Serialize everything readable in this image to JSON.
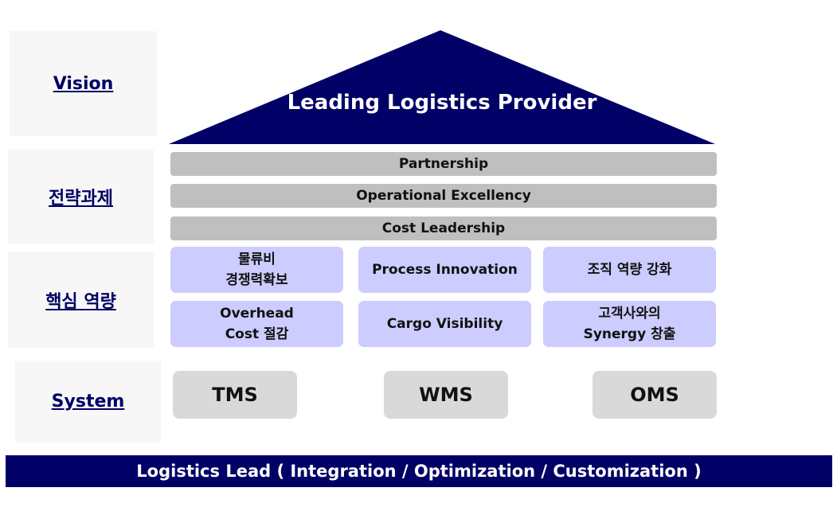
{
  "labels": {
    "vision": "Vision",
    "strategy": "전략과제",
    "competency": "핵심 역량",
    "system": "System"
  },
  "vision": {
    "title": "Leading Logistics Provider"
  },
  "strategies": [
    "Partnership",
    "Operational Excellency",
    "Cost Leadership"
  ],
  "competencies": {
    "row1": [
      {
        "line1": "물류비",
        "line2": "경쟁력확보"
      },
      {
        "line1": "Process Innovation",
        "line2": ""
      },
      {
        "line1": "조직 역량 강화",
        "line2": ""
      }
    ],
    "row2": [
      {
        "line1": "Overhead",
        "line2": "Cost 절감"
      },
      {
        "line1": "Cargo Visibility",
        "line2": ""
      },
      {
        "line1": "고객사와의",
        "line2": "Synergy 창출"
      }
    ]
  },
  "systems": [
    "TMS",
    "WMS",
    "OMS"
  ],
  "foundation": "Logistics Lead ( Integration / Optimization / Customization )",
  "colors": {
    "navy": "#000066",
    "bar_gray": "#bfbfbf",
    "lavender": "#ccccff",
    "system_gray": "#d9d9d9"
  }
}
